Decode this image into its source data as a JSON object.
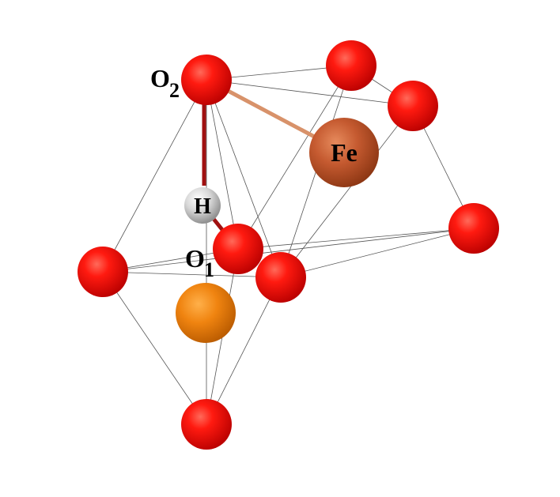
{
  "colors": {
    "oxygen": "#e01010",
    "iron": "#b5502a",
    "metal_orange": "#e67a0a",
    "hydrogen": "#d8d8d8",
    "oh_bond": "#a01010",
    "fe_o_bond": "#d8926a",
    "edge": "#555555"
  },
  "labels": {
    "o2_main": "O",
    "o2_sub": "2",
    "o1_main": "O",
    "o1_sub": "1",
    "h": "H",
    "fe": "Fe"
  }
}
